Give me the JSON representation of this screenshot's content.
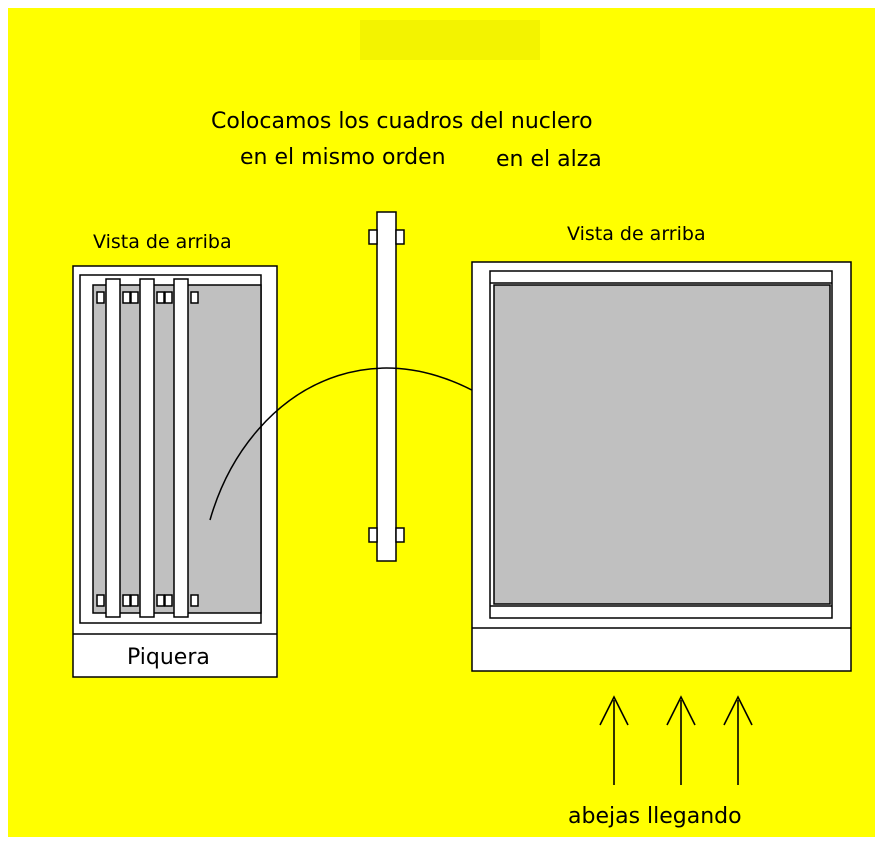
{
  "colors": {
    "background": "#ffff00",
    "hive_fill": "#ffffff",
    "comb_fill": "#c0c0c0",
    "ink": "#000000"
  },
  "title": {
    "line1": "Colocamos los cuadros del nuclero",
    "line2a": "en el mismo orden",
    "line2b": "en el alza"
  },
  "left_hive": {
    "view_label": "Vista de arriba",
    "entrance_label": "Piquera"
  },
  "right_hive": {
    "view_label": "Vista de arriba"
  },
  "bees_label": "abejas llegando",
  "icons": [
    "arrow-curved-transfer",
    "arrow-up"
  ]
}
